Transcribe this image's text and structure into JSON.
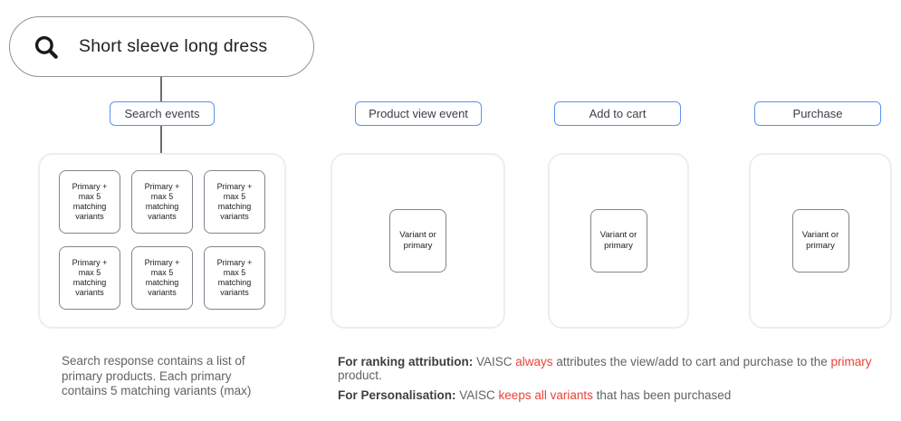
{
  "search_bar": {
    "query": "Short sleeve long dress",
    "icon": "magnifier-icon"
  },
  "event_columns": [
    {
      "label": "Search events",
      "boxes": [
        "Primary + max 5 matching variants",
        "Primary + max 5 matching variants",
        "Primary + max 5 matching variants",
        "Primary + max 5 matching variants",
        "Primary + max 5 matching variants",
        "Primary + max 5 matching variants"
      ]
    },
    {
      "label": "Product view event",
      "boxes": [
        "Variant or primary"
      ]
    },
    {
      "label": "Add to cart",
      "boxes": [
        "Variant or primary"
      ]
    },
    {
      "label": "Purchase",
      "boxes": [
        "Variant or primary"
      ]
    }
  ],
  "captions": {
    "search_response_note": "Search response contains a list of primary products. Each primary contains 5 matching variants (max)"
  },
  "attribution_notes": [
    {
      "segments": [
        {
          "text": "For ranking attribution:",
          "style": "bold"
        },
        {
          "text": " VAISC ",
          "style": "normal"
        },
        {
          "text": "always",
          "style": "red"
        },
        {
          "text": " attributes the view/add to cart and purchase to the ",
          "style": "normal"
        },
        {
          "text": "primary",
          "style": "red"
        },
        {
          "text": " product.",
          "style": "normal"
        }
      ]
    },
    {
      "segments": [
        {
          "text": "For Personalisation:",
          "style": "bold"
        },
        {
          "text": " VAISC ",
          "style": "normal"
        },
        {
          "text": "keeps all variants",
          "style": "red"
        },
        {
          "text": " that has been purchased",
          "style": "normal"
        }
      ]
    }
  ],
  "colors": {
    "chip_border_blue": "#5a94f0",
    "panel_border_gray": "#eceef0",
    "box_border_gray": "#80868b",
    "highlight_red": "#ea4335",
    "text_primary": "#202124",
    "text_secondary": "#5f6368"
  }
}
